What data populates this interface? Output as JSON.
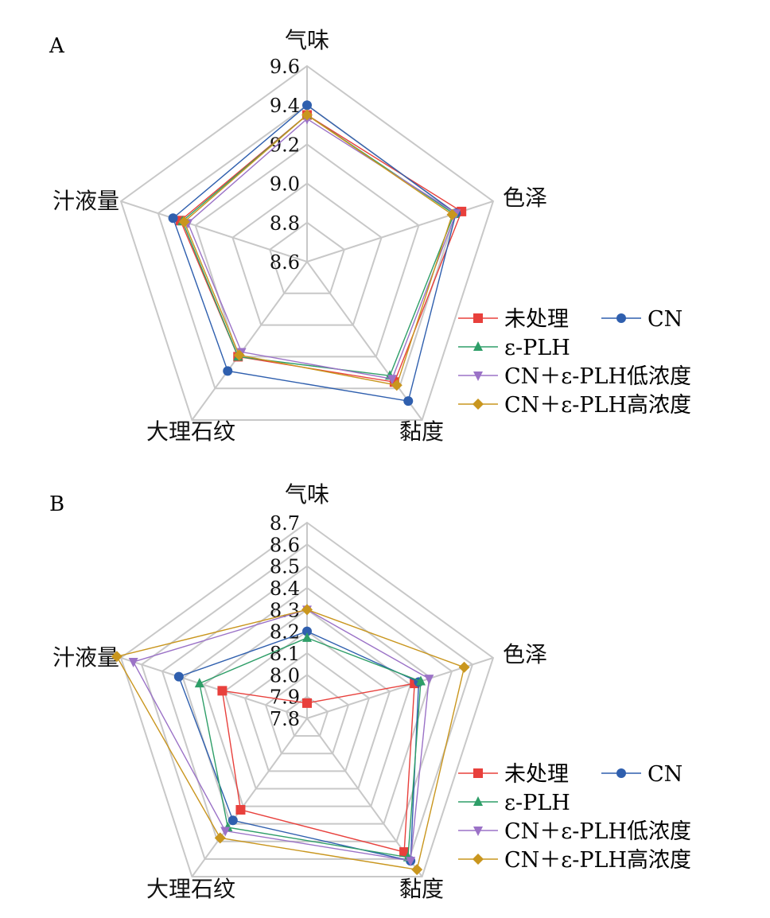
{
  "colors": {
    "grid": "#c8c8c8",
    "series": [
      "#e8403c",
      "#2f5fae",
      "#2e9e68",
      "#9b72c7",
      "#c9961e"
    ]
  },
  "legend": {
    "labels": [
      "未处理",
      "CN",
      "ε-PLH",
      "CN＋ε-PLH低浓度",
      "CN＋ε-PLH高浓度"
    ]
  },
  "chart_data": [
    {
      "panel": "A",
      "type": "radar",
      "axes": [
        "气味",
        "色泽",
        "黏度",
        "大理石纹",
        "汁液量"
      ],
      "ticks": [
        "8.6",
        "8.8",
        "9.0",
        "9.2",
        "9.4",
        "9.6"
      ],
      "rmin": 8.6,
      "rmax": 9.6,
      "grid": true,
      "legend_position": "bottom-right",
      "series": [
        {
          "name": "未处理",
          "marker": "square",
          "values": [
            9.35,
            9.43,
            9.36,
            9.2,
            9.28
          ]
        },
        {
          "name": "CN",
          "marker": "circle",
          "values": [
            9.4,
            9.4,
            9.48,
            9.29,
            9.32
          ]
        },
        {
          "name": "ε-PLH",
          "marker": "triangle-up",
          "values": [
            9.35,
            9.39,
            9.32,
            9.2,
            9.27
          ]
        },
        {
          "name": "CN＋ε-PLH低浓度",
          "marker": "triangle-down",
          "values": [
            9.33,
            9.4,
            9.34,
            9.17,
            9.24
          ]
        },
        {
          "name": "CN＋ε-PLH高浓度",
          "marker": "diamond",
          "values": [
            9.35,
            9.38,
            9.38,
            9.19,
            9.26
          ]
        }
      ]
    },
    {
      "panel": "B",
      "type": "radar",
      "axes": [
        "气味",
        "色泽",
        "黏度",
        "大理石纹",
        "汁液量"
      ],
      "ticks": [
        "7.8",
        "7.9",
        "8.0",
        "8.1",
        "8.2",
        "8.3",
        "8.4",
        "8.5",
        "8.6",
        "8.7"
      ],
      "rmin": 7.8,
      "rmax": 8.7,
      "grid": true,
      "legend_position": "bottom-right",
      "series": [
        {
          "name": "未处理",
          "marker": "square",
          "values": [
            7.87,
            8.32,
            8.56,
            8.32,
            8.21
          ]
        },
        {
          "name": "CN",
          "marker": "circle",
          "values": [
            8.2,
            8.34,
            8.61,
            8.38,
            8.42
          ]
        },
        {
          "name": "ε-PLH",
          "marker": "triangle-up",
          "values": [
            8.17,
            8.35,
            8.59,
            8.42,
            8.32
          ]
        },
        {
          "name": "CN＋ε-PLH低浓度",
          "marker": "triangle-down",
          "values": [
            8.3,
            8.39,
            8.61,
            8.44,
            8.64
          ]
        },
        {
          "name": "CN＋ε-PLH高浓度",
          "marker": "diamond",
          "values": [
            8.3,
            8.56,
            8.66,
            8.48,
            8.72
          ]
        }
      ]
    }
  ]
}
